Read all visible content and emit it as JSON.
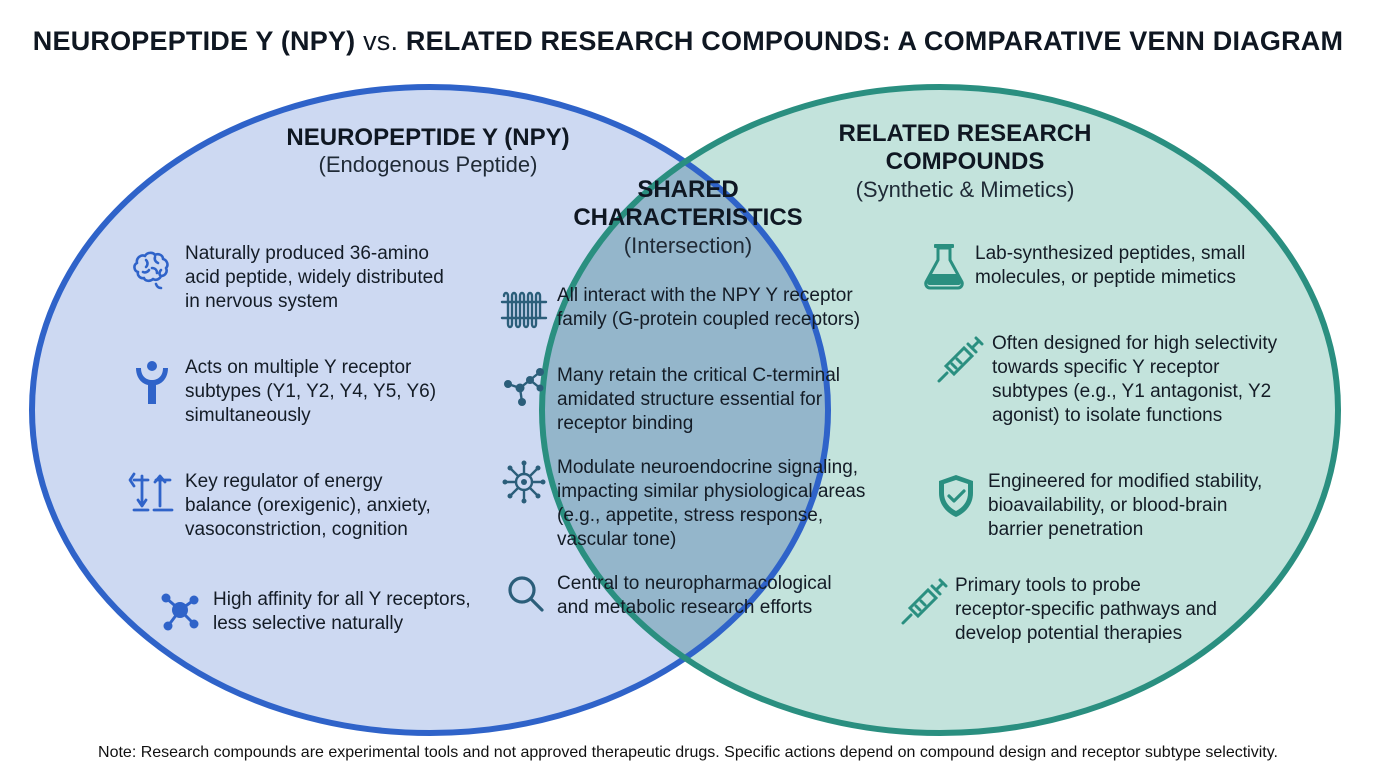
{
  "title": {
    "part1": "NEUROPEPTIDE Y (NPY)",
    "vs": "vs.",
    "part2": "RELATED RESEARCH COMPOUNDS: A COMPARATIVE VENN DIAGRAM"
  },
  "colors": {
    "left_fill": "#cdd9f2",
    "left_stroke": "#2f63c9",
    "right_fill": "#c3e3dc",
    "right_stroke": "#2a8f80",
    "overlap_fill": "#94b6cb",
    "left_icon": "#2f63c9",
    "right_icon": "#2a8f80",
    "shared_icon": "#2b5e7a"
  },
  "left": {
    "title": "NEUROPEPTIDE Y (NPY)",
    "subtitle": "(Endogenous Peptide)",
    "items": [
      {
        "icon": "brain-icon",
        "lines": [
          "Naturally produced 36-amino",
          "acid peptide, widely distributed",
          "in nervous system"
        ]
      },
      {
        "icon": "receptor-icon",
        "lines": [
          "Acts on multiple Y receptor",
          "subtypes (Y1, Y2, Y4, Y5, Y6)",
          "simultaneously"
        ]
      },
      {
        "icon": "balance-arrows-icon",
        "lines": [
          "Key regulator of energy",
          "balance (orexigenic), anxiety,",
          "vasoconstriction, cognition"
        ]
      },
      {
        "icon": "molecule-icon",
        "lines": [
          "High affinity for all Y receptors,",
          "less selective naturally"
        ]
      }
    ]
  },
  "shared": {
    "title_line1": "SHARED",
    "title_line2": "CHARACTERISTICS",
    "subtitle": "(Intersection)",
    "items": [
      {
        "icon": "gpcr-icon",
        "lines": [
          "All interact with the NPY Y receptor",
          "family (G-protein coupled receptors)"
        ]
      },
      {
        "icon": "chain-icon",
        "lines": [
          "Many retain the critical C-terminal",
          "amidated structure essential for",
          "receptor binding"
        ]
      },
      {
        "icon": "neuron-icon",
        "lines": [
          "Modulate neuroendocrine signaling,",
          "impacting similar physiological areas",
          "(e.g., appetite, stress response,",
          "vascular tone)"
        ]
      },
      {
        "icon": "magnifier-icon",
        "lines": [
          "Central to neuropharmacological",
          "and metabolic research efforts"
        ]
      }
    ]
  },
  "right": {
    "title_line1": "RELATED RESEARCH",
    "title_line2": "COMPOUNDS",
    "subtitle": "(Synthetic & Mimetics)",
    "items": [
      {
        "icon": "flask-icon",
        "lines": [
          "Lab-synthesized peptides, small",
          "molecules, or peptide mimetics"
        ]
      },
      {
        "icon": "syringe-icon",
        "lines": [
          "Often designed for high selectivity",
          "towards specific Y receptor",
          "subtypes (e.g., Y1 antagonist, Y2",
          "agonist) to isolate functions"
        ]
      },
      {
        "icon": "shield-check-icon",
        "lines": [
          "Engineered for modified stability,",
          "bioavailability, or blood-brain",
          "barrier penetration"
        ]
      },
      {
        "icon": "syringe-icon",
        "lines": [
          "Primary tools to probe",
          "receptor-specific pathways and",
          "develop potential therapies"
        ]
      }
    ]
  },
  "note": "Note: Research compounds are experimental tools and not approved therapeutic drugs. Specific actions depend on compound design and receptor subtype selectivity."
}
